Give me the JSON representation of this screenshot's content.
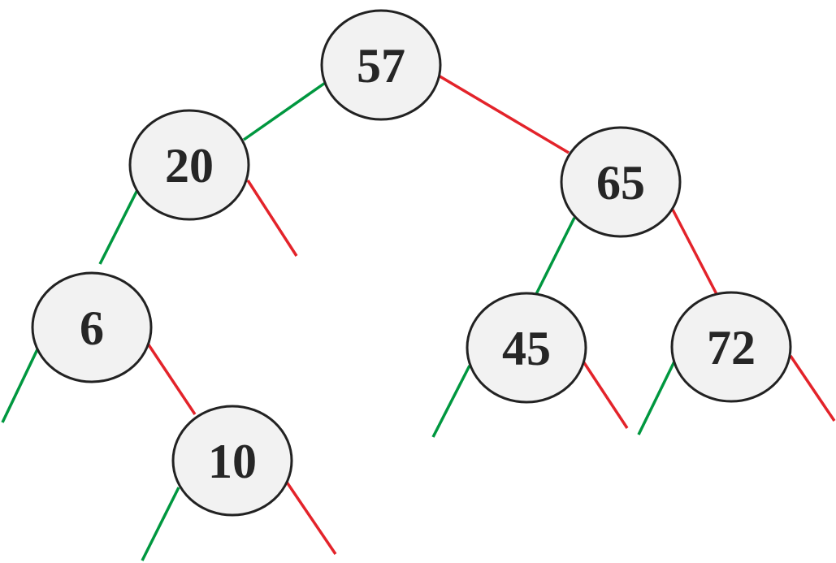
{
  "diagram": {
    "type": "binary-search-tree",
    "colors": {
      "left_edge": "#00973f",
      "right_edge": "#e3232a",
      "node_fill": "#f2f2f2",
      "node_stroke": "#222222"
    },
    "nodes": [
      {
        "id": "n57",
        "label": "57"
      },
      {
        "id": "n20",
        "label": "20"
      },
      {
        "id": "n65",
        "label": "65"
      },
      {
        "id": "n6",
        "label": "6"
      },
      {
        "id": "n10",
        "label": "10"
      },
      {
        "id": "n45",
        "label": "45"
      },
      {
        "id": "n72",
        "label": "72"
      }
    ],
    "edges": [
      {
        "from": "n57",
        "to": "n20",
        "side": "left"
      },
      {
        "from": "n57",
        "to": "n65",
        "side": "right"
      },
      {
        "from": "n20",
        "to": "n6",
        "side": "left"
      },
      {
        "from": "n20",
        "to": null,
        "side": "right"
      },
      {
        "from": "n6",
        "to": null,
        "side": "left"
      },
      {
        "from": "n6",
        "to": "n10",
        "side": "right"
      },
      {
        "from": "n10",
        "to": null,
        "side": "left"
      },
      {
        "from": "n10",
        "to": null,
        "side": "right"
      },
      {
        "from": "n65",
        "to": "n45",
        "side": "left"
      },
      {
        "from": "n65",
        "to": "n72",
        "side": "right"
      },
      {
        "from": "n45",
        "to": null,
        "side": "left"
      },
      {
        "from": "n45",
        "to": null,
        "side": "right"
      },
      {
        "from": "n72",
        "to": null,
        "side": "left"
      },
      {
        "from": "n72",
        "to": null,
        "side": "right"
      }
    ]
  }
}
